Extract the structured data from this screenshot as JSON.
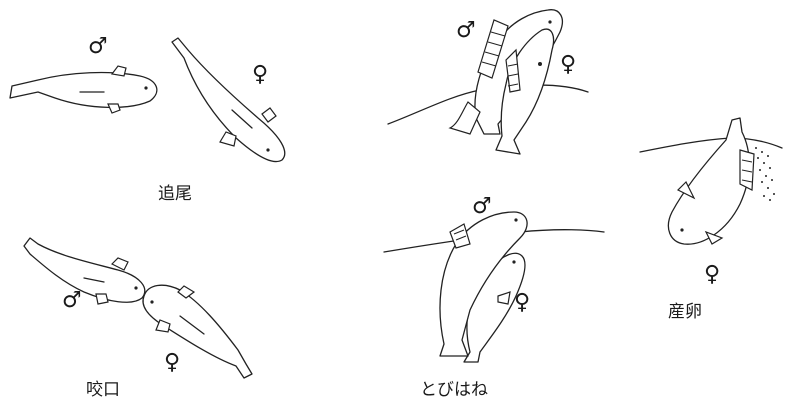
{
  "panels": [
    {
      "id": "chasing",
      "label": "追尾",
      "male_symbol": "♂",
      "female_symbol": "♀"
    },
    {
      "id": "mouth_nipping",
      "label": "咬口",
      "male_symbol": "♂",
      "female_symbol": "♀"
    },
    {
      "id": "leaping_a",
      "male_symbol": "♂",
      "female_symbol": "♀"
    },
    {
      "id": "leaping_b",
      "label": "とびはね",
      "male_symbol": "♂",
      "female_symbol": "♀"
    },
    {
      "id": "spawning",
      "label": "産卵",
      "female_symbol": "♀"
    }
  ]
}
